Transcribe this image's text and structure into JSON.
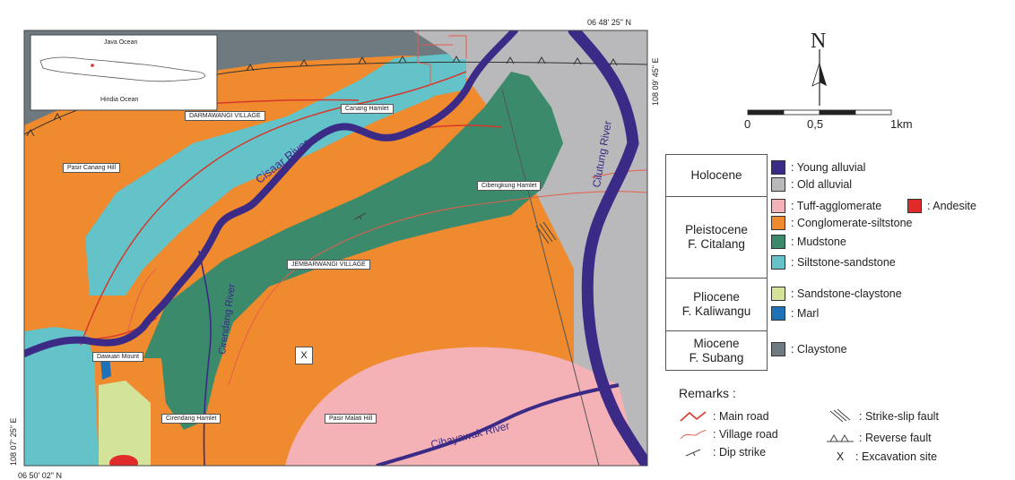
{
  "inset": {
    "sea_north": "Java Ocean",
    "sea_south": "Hindia Ocean"
  },
  "coordinates": {
    "top_lat": "06  48' 25\" N",
    "right_lon": "108  09' 45\" E",
    "left_lon": "108  07' 25\" E",
    "bottom_lat": "06  50' 02\" N"
  },
  "north": {
    "letter": "N"
  },
  "scale": {
    "labels": [
      "0",
      "0,5",
      "1km"
    ]
  },
  "rivers": [
    "Cisaar River",
    "Cilutung River",
    "Cirendang River",
    "Cibayawak River"
  ],
  "places": [
    "DARMAWANGI VILLAGE",
    "Canang Hamlet",
    "Pasir Canang Hill",
    "Cibengkung Hamlet",
    "JEMBARWANGI VILLAGE",
    "Dawuan Mount",
    "Cirendang Hamlet",
    "Pasir Malati Hill"
  ],
  "excavation_mark": "X",
  "colors": {
    "young_alluvial": "#3b2a86",
    "old_alluvial": "#b9b9bc",
    "tuff": "#f4b2b7",
    "andesite": "#e12b2b",
    "conglomerate": "#ef8a2e",
    "mudstone": "#3c8a6c",
    "siltstone": "#63c3c8",
    "sandstone": "#d3e39a",
    "marl": "#1f72b8",
    "claystone": "#6e7a7f",
    "road": "#d8372c"
  },
  "strat": [
    {
      "epoch": "Holocene",
      "formation": ""
    },
    {
      "epoch": "Pleistocene",
      "formation": "F. Citalang"
    },
    {
      "epoch": "Pliocene",
      "formation": "F. Kaliwangu"
    },
    {
      "epoch": "Miocene",
      "formation": "F. Subang"
    }
  ],
  "legend": {
    "young_alluvial": ": Young alluvial",
    "old_alluvial": ": Old alluvial",
    "tuff": ": Tuff-agglomerate",
    "andesite": ": Andesite",
    "conglomerate": ": Conglomerate-siltstone",
    "mudstone": ": Mudstone",
    "siltstone": ": Siltstone-sandstone",
    "sandstone": ": Sandstone-claystone",
    "marl": ": Marl",
    "claystone": ": Claystone"
  },
  "remarks": {
    "title": "Remarks :",
    "main_road": ": Main road",
    "village_road": ": Village road",
    "dip_strike": ": Dip strike",
    "strike_slip": ": Strike-slip fault",
    "reverse_fault": ": Reverse fault",
    "excavation_symbol": "X",
    "excavation": ": Excavation site"
  }
}
